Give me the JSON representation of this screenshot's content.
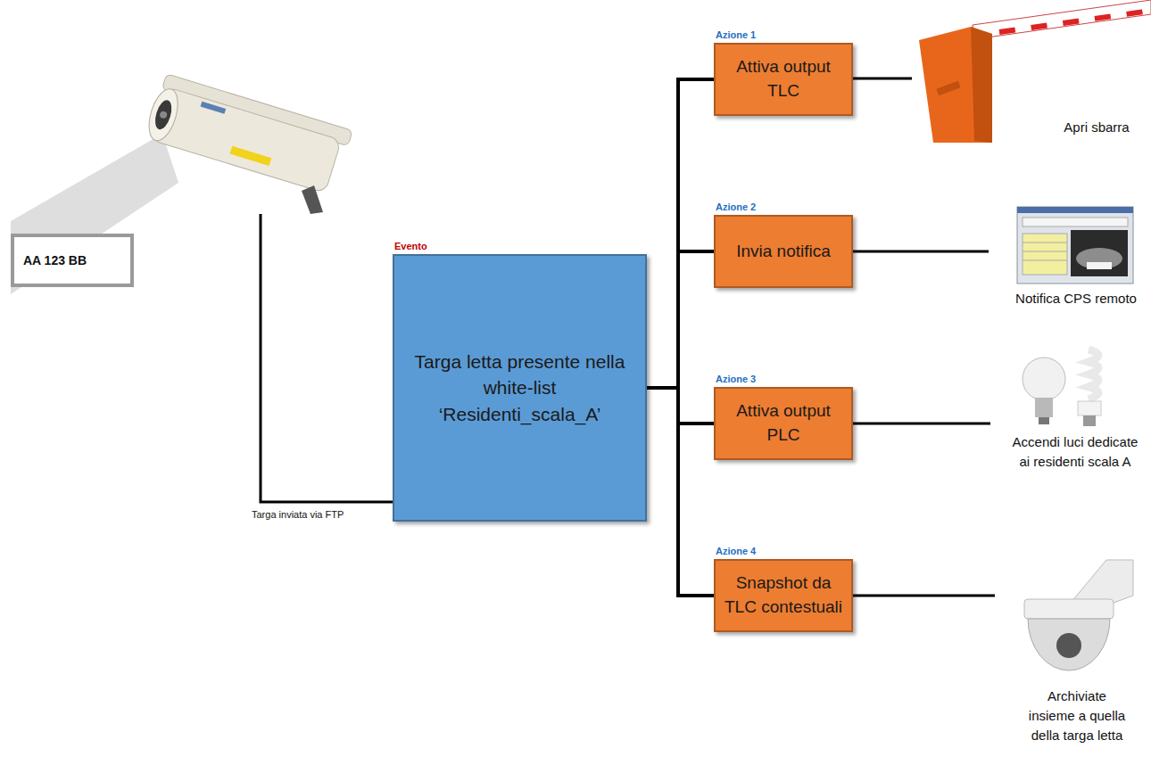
{
  "diagram": {
    "nodes": [
      {
        "text": [
          "AA 123 BB"
        ]
      },
      {
        "text": [
          "Evento",
          "Targa letta presente nella white-list ‘Residenti_scala_A’"
        ]
      },
      {
        "text": [
          "Azione 1",
          "Attiva output TLC"
        ]
      },
      {
        "text": [
          "Azione 2",
          "Invia notifica"
        ]
      },
      {
        "text": [
          "Azione 3",
          "Attiva output PLC"
        ]
      },
      {
        "text": [
          "Azione 4",
          "Snapshot da TLC contestuali"
        ]
      }
    ],
    "edges": [
      {
        "from": 1,
        "to": 2,
        "arrow": "none"
      },
      {
        "from": 1,
        "to": 3,
        "arrow": "none"
      },
      {
        "from": 1,
        "to": 4,
        "arrow": "none"
      },
      {
        "from": 1,
        "to": 5,
        "arrow": "none"
      }
    ],
    "labels": [
      "Targa inviata via FTP",
      "Apri sbarra",
      "Notifica CPS remoto",
      "Accendi luci dedicate ai residenti scala A",
      "Archiviate insieme a quella della targa letta"
    ]
  }
}
